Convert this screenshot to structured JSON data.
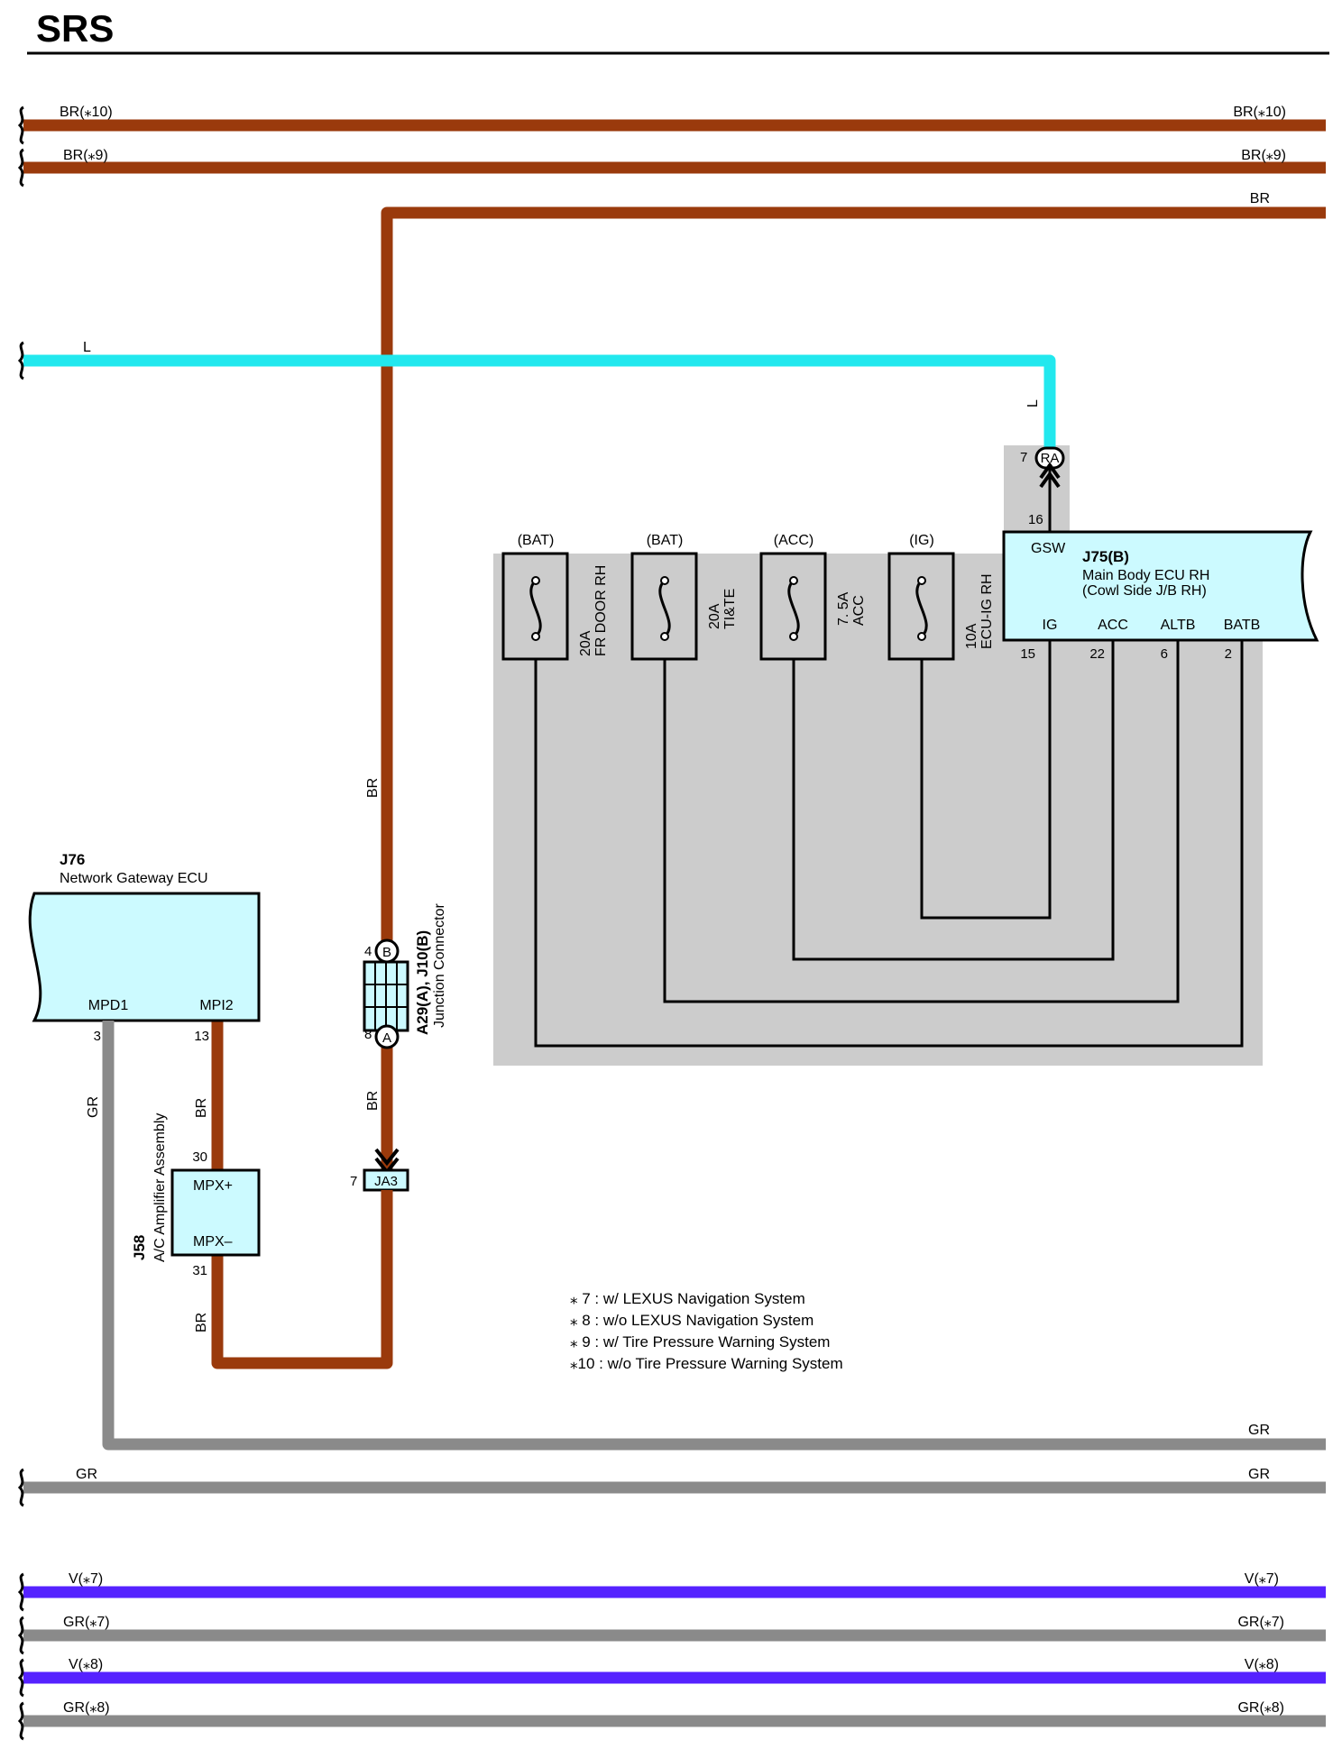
{
  "header": {
    "title": "SRS"
  },
  "colors": {
    "BR": "#9a3a0c",
    "L": "#22e8ee",
    "GR": "#8a8a8a",
    "V": "#5522ff",
    "ecu_fill": "#ccfaff",
    "jb_shade": "#cccccc"
  },
  "harness_top": {
    "br10_left": "BR(⁎10)",
    "br10_right": "BR(⁎10)",
    "br9_left": "BR(⁎9)",
    "br9_right": "BR(⁎9)",
    "br_right": "BR",
    "l_left": "L",
    "br_vertical_upper": "BR",
    "l_vertical": "L"
  },
  "connector_ra": {
    "code": "RA",
    "pin": "7"
  },
  "j75": {
    "code": "J75(B)",
    "name_line1": "Main Body ECU RH",
    "name_line2": "(Cowl Side J/B RH)",
    "gsw_pin": "16",
    "gsw": "GSW",
    "pins": [
      {
        "name": "IG",
        "num": "15"
      },
      {
        "name": "ACC",
        "num": "22"
      },
      {
        "name": "ALTB",
        "num": "6"
      },
      {
        "name": "BATB",
        "num": "2"
      }
    ]
  },
  "fuses": [
    {
      "source": "(BAT)",
      "amp": "20A",
      "name": "FR DOOR RH"
    },
    {
      "source": "(BAT)",
      "amp": "20A",
      "name": "TI&TE"
    },
    {
      "source": "(ACC)",
      "amp": "7. 5A",
      "name": "ACC"
    },
    {
      "source": "(IG)",
      "amp": "10A",
      "name": "ECU-IG RH"
    }
  ],
  "j76": {
    "code": "J76",
    "name": "Network Gateway ECU",
    "pin_a_name": "MPD1",
    "pin_a_num": "3",
    "pin_b_name": "MPI2",
    "pin_b_num": "13"
  },
  "junction": {
    "code": "A29(A), J10(B)",
    "name": "Junction Connector",
    "pin_b_num": "4",
    "pin_b": "B",
    "pin_a_num": "8",
    "pin_a": "A"
  },
  "ja3": {
    "code": "JA3",
    "pin": "7"
  },
  "j58": {
    "code": "J58",
    "name": "A/C Amplifier Assembly",
    "mpx_plus": "MPX+",
    "mpx_minus": "MPX–",
    "pin_plus": "30",
    "pin_minus": "31"
  },
  "wire_labels": {
    "br_mid": "BR",
    "br_lower": "BR",
    "br_j76": "BR",
    "br_j58": "BR",
    "gr_j76": "GR"
  },
  "notes": [
    "⁎ 7 : w/ LEXUS Navigation System",
    "⁎ 8 : w/o LEXUS Navigation System",
    "⁎ 9 : w/ Tire Pressure Warning System",
    "⁎10 : w/o Tire Pressure Warning System"
  ],
  "harness_bottom": {
    "gr_right1": "GR",
    "gr_left2": "GR",
    "gr_right2": "GR",
    "v7_left": "V(⁎7)",
    "v7_right": "V(⁎7)",
    "gr7_left": "GR(⁎7)",
    "gr7_right": "GR(⁎7)",
    "v8_left": "V(⁎8)",
    "v8_right": "V(⁎8)",
    "gr8_left": "GR(⁎8)",
    "gr8_right": "GR(⁎8)"
  },
  "chart_data": "N/A"
}
